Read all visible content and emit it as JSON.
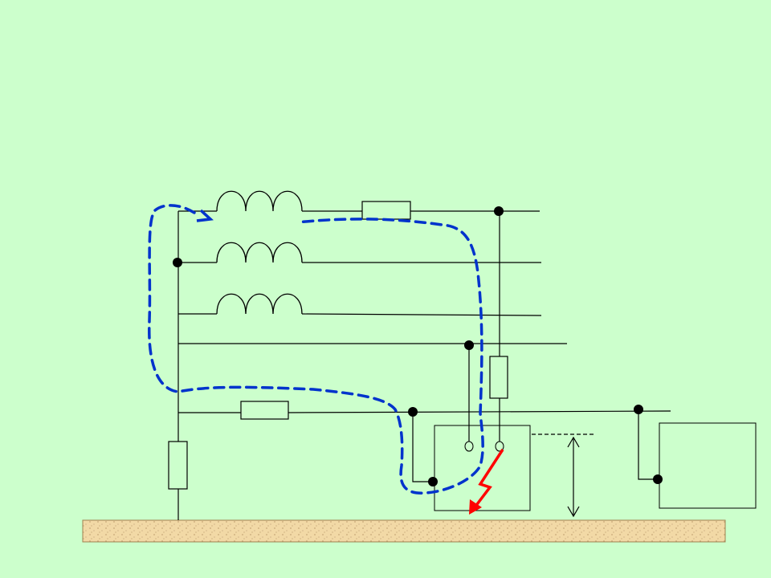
{
  "diagram": {
    "background_color": "#ccffcc",
    "wire_color": "#000000",
    "fault_path_color": "#0033cc",
    "fault_arrow_color": "#ff0000",
    "ground_fill_color": "#f2d9a6",
    "ground_texture_color": "#c8a878",
    "phase_windings": [
      {
        "id": "L1",
        "coils": 3
      },
      {
        "id": "L2",
        "coils": 3
      },
      {
        "id": "L3",
        "coils": 3
      }
    ],
    "resistors": [
      {
        "id": "phase-line-resistor",
        "orientation": "horizontal"
      },
      {
        "id": "protective-conductor-resistor",
        "orientation": "horizontal"
      },
      {
        "id": "neutral-earthing-resistor",
        "orientation": "vertical"
      },
      {
        "id": "fuse",
        "orientation": "vertical"
      }
    ],
    "labels": {}
  }
}
